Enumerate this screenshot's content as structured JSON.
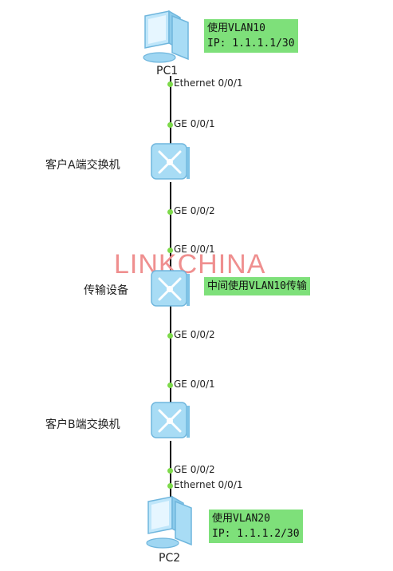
{
  "devices": {
    "pc1": {
      "label": "PC1"
    },
    "switch_a": {
      "label": "客户A端交换机"
    },
    "transport": {
      "label": "传输设备"
    },
    "switch_b": {
      "label": "客户B端交换机"
    },
    "pc2": {
      "label": "PC2"
    }
  },
  "ports": {
    "pc1_eth": "Ethernet 0/0/1",
    "switch_a_up": "GE 0/0/1",
    "switch_a_down": "GE 0/0/2",
    "transport_up": "GE 0/0/1",
    "transport_down": "GE 0/0/2",
    "switch_b_up": "GE 0/0/1",
    "switch_b_down": "GE 0/0/2",
    "pc2_eth": "Ethernet 0/0/1"
  },
  "notes": {
    "pc1_line1": "使用VLAN10",
    "pc1_line2": "IP: 1.1.1.1/30",
    "transport": "中间使用VLAN10传输",
    "pc2_line1": "使用VLAN20",
    "pc2_line2": "IP: 1.1.1.2/30"
  },
  "watermark": "LINKCHINA",
  "colors": {
    "note_bg": "#7ee07a",
    "port_dot": "#7dd94a",
    "device_body": "#a8dcf5",
    "watermark": "#ef8f8f",
    "line": "#111111"
  }
}
